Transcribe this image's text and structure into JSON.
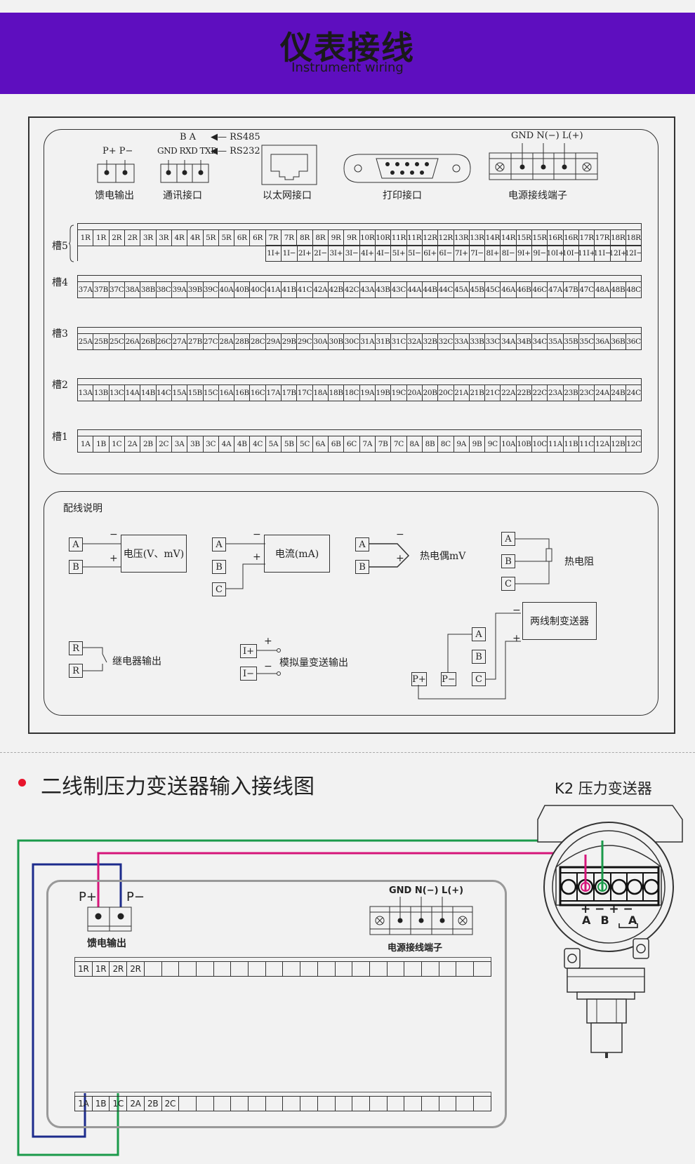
{
  "banner": {
    "title": "仪表接线",
    "subtitle": "Instrument wiring",
    "color": "#5e0ebf"
  },
  "top": {
    "feed": {
      "labels": "P+ P−",
      "caption": "馈电输出"
    },
    "comm": {
      "rs485_labels": "B   A",
      "rs485": "RS485",
      "rs232_labels": "GND RXD TXD",
      "rs232": "RS232",
      "caption": "通讯接口"
    },
    "ethernet": {
      "caption": "以太网接口"
    },
    "print": {
      "caption": "打印接口"
    },
    "power": {
      "labels": "GND N(−) L(+)",
      "caption": "电源接线端子"
    }
  },
  "slots": {
    "slot5_label": "槽5",
    "slot4_label": "槽4",
    "slot3_label": "槽3",
    "slot2_label": "槽2",
    "slot1_label": "槽1",
    "slot5_row1": [
      "1R",
      "1R",
      "2R",
      "2R",
      "3R",
      "3R",
      "4R",
      "4R",
      "5R",
      "5R",
      "6R",
      "6R",
      "7R",
      "7R",
      "8R",
      "8R",
      "9R",
      "9R",
      "10R",
      "10R",
      "11R",
      "11R",
      "12R",
      "12R",
      "13R",
      "13R",
      "14R",
      "14R",
      "15R",
      "15R",
      "16R",
      "16R",
      "17R",
      "17R",
      "18R",
      "18R"
    ],
    "slot5_row2": [
      "1I+",
      "1I−",
      "2I+",
      "2I−",
      "3I+",
      "3I−",
      "4I+",
      "4I−",
      "5I+",
      "5I−",
      "6I+",
      "6I−",
      "7I+",
      "7I−",
      "8I+",
      "8I−",
      "9I+",
      "9I−",
      "10I+",
      "10I−",
      "11I+",
      "11I−",
      "12I+",
      "12I−"
    ],
    "slot4": [
      "37A",
      "37B",
      "37C",
      "38A",
      "38B",
      "38C",
      "39A",
      "39B",
      "39C",
      "40A",
      "40B",
      "40C",
      "41A",
      "41B",
      "41C",
      "42A",
      "42B",
      "42C",
      "43A",
      "43B",
      "43C",
      "44A",
      "44B",
      "44C",
      "45A",
      "45B",
      "45C",
      "46A",
      "46B",
      "46C",
      "47A",
      "47B",
      "47C",
      "48A",
      "48B",
      "48C"
    ],
    "slot3": [
      "25A",
      "25B",
      "25C",
      "26A",
      "26B",
      "26C",
      "27A",
      "27B",
      "27C",
      "28A",
      "28B",
      "28C",
      "29A",
      "29B",
      "29C",
      "30A",
      "30B",
      "30C",
      "31A",
      "31B",
      "31C",
      "32A",
      "32B",
      "32C",
      "33A",
      "33B",
      "33C",
      "34A",
      "34B",
      "34C",
      "35A",
      "35B",
      "35C",
      "36A",
      "36B",
      "36C"
    ],
    "slot2": [
      "13A",
      "13B",
      "13C",
      "14A",
      "14B",
      "14C",
      "15A",
      "15B",
      "15C",
      "16A",
      "16B",
      "16C",
      "17A",
      "17B",
      "17C",
      "18A",
      "18B",
      "18C",
      "19A",
      "19B",
      "19C",
      "20A",
      "20B",
      "20C",
      "21A",
      "21B",
      "21C",
      "22A",
      "22B",
      "22C",
      "23A",
      "23B",
      "23C",
      "24A",
      "24B",
      "24C"
    ],
    "slot1": [
      "1A",
      "1B",
      "1C",
      "2A",
      "2B",
      "2C",
      "3A",
      "3B",
      "3C",
      "4A",
      "4B",
      "4C",
      "5A",
      "5B",
      "5C",
      "6A",
      "6B",
      "6C",
      "7A",
      "7B",
      "7C",
      "8A",
      "8B",
      "8C",
      "9A",
      "9B",
      "9C",
      "10A",
      "10B",
      "10C",
      "11A",
      "11B",
      "11C",
      "12A",
      "12B",
      "12C"
    ]
  },
  "wiring": {
    "title": "配线说明",
    "voltage": "电压(V、mV)",
    "current": "电流(mA)",
    "thermocouple": "热电偶mV",
    "rtd": "热电阻",
    "relay": "继电器输出",
    "analog": "模拟量变送输出",
    "twowire": "两线制变送器",
    "a": "A",
    "b": "B",
    "c": "C",
    "r": "R",
    "i_plus": "I+",
    "i_minus": "I−",
    "p_plus": "P+",
    "p_minus": "P−",
    "minus": "−",
    "plus": "+"
  },
  "section2": {
    "title": "二线制压力变送器输入接线图",
    "device": "K2  压力变送器",
    "feed_p_plus": "P+",
    "feed_p_minus": "P−",
    "feed_caption": "馈电输出",
    "power_labels": "GND N(−) L(+)",
    "power_caption": "电源接线端子",
    "row_top": [
      "1R",
      "1R",
      "2R",
      "2R"
    ],
    "row_bottom": [
      "1A",
      "1B",
      "1C",
      "2A",
      "2B",
      "2C"
    ],
    "tx_terminals": "A  B    A",
    "tx_signs": "+ −  + −",
    "wire_colors": {
      "green": "#1a9a4a",
      "blue": "#1c2b8c",
      "magenta": "#d6157a"
    }
  }
}
